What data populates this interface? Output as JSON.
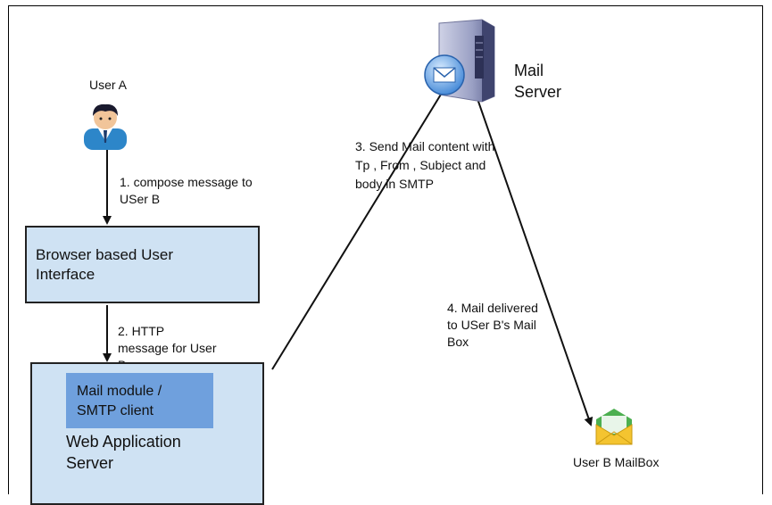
{
  "user_a": {
    "label": "User A"
  },
  "mail_server": {
    "line1": "Mail",
    "line2": "Server"
  },
  "steps": {
    "step1": [
      "1. compose message to",
      "USer B"
    ],
    "step2": [
      "2. HTTP",
      "message for User",
      "B"
    ],
    "step3": [
      "3. Send Mail content with",
      "Tp , From , Subject and",
      "body in  SMTP"
    ],
    "step4": [
      "4. Mail delivered",
      "to USer B's Mail",
      "Box"
    ]
  },
  "browser_box": {
    "line1": "Browser based User",
    "line2": "Interface"
  },
  "mail_module": {
    "line1": "Mail module /",
    "line2": "SMTP client"
  },
  "web_app_server": {
    "line1": "Web Application",
    "line2": "Server"
  },
  "mailbox": {
    "label": "User B MailBox"
  },
  "colors": {
    "box_fill": "#cfe2f3",
    "module_fill": "#6fa0dd",
    "arrow": "#111111"
  }
}
